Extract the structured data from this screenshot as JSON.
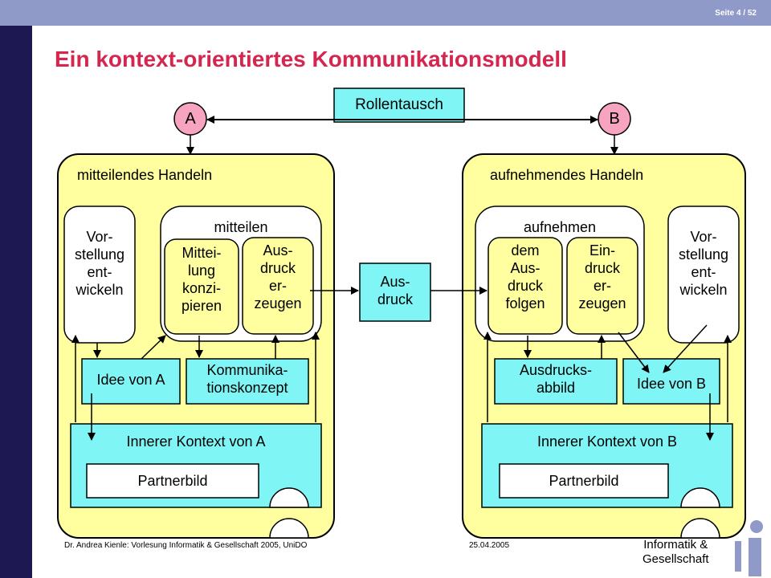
{
  "header": {
    "page_number": "Seite 4 / 52"
  },
  "title": "Ein kontext-orientiertes Kommunikationsmodell",
  "diagram": {
    "rollentausch": "Rollentausch",
    "node_a": "A",
    "node_b": "B",
    "expression_center": {
      "line1": "Aus-",
      "line2": "druck"
    },
    "left": {
      "section_label": "mitteilendes Handeln",
      "vorstellung": {
        "l1": "Vor-",
        "l2": "stellung",
        "l3": "ent-",
        "l4": "wickeln"
      },
      "group_label": "mitteilen",
      "mitteilung": {
        "l1": "Mittei-",
        "l2": "lung",
        "l3": "konzi-",
        "l4": "pieren"
      },
      "ausdruck": {
        "l1": "Aus-",
        "l2": "druck",
        "l3": "er-",
        "l4": "zeugen"
      },
      "idee": "Idee von A",
      "konzept": {
        "l1": "Kommunika-",
        "l2": "tionskonzept"
      },
      "kontext": "Innerer Kontext von A",
      "partnerbild": "Partnerbild"
    },
    "right": {
      "section_label": "aufnehmendes Handeln",
      "group_label": "aufnehmen",
      "folgen": {
        "l1": "dem",
        "l2": "Aus-",
        "l3": "druck",
        "l4": "folgen"
      },
      "eindruck": {
        "l1": "Ein-",
        "l2": "druck",
        "l3": "er-",
        "l4": "zeugen"
      },
      "vorstellung": {
        "l1": "Vor-",
        "l2": "stellung",
        "l3": "ent-",
        "l4": "wickeln"
      },
      "abbild": {
        "l1": "Ausdrucks-",
        "l2": "abbild"
      },
      "idee": "Idee von B",
      "kontext": "Innerer Kontext von B",
      "partnerbild": "Partnerbild"
    }
  },
  "footer": {
    "author": "Dr. Andrea Kienle: Vorlesung Informatik & Gesellschaft 2005, UniDO",
    "date": "25.04.2005",
    "brand_line1": "Informatik &",
    "brand_line2": "Gesellschaft"
  },
  "colors": {
    "top_bar": "#8f9ac9",
    "left_bar": "#1d1852",
    "title": "#d4264f",
    "panel_yellow": "#ffffa0",
    "box_cyan": "#7ff5f5",
    "node_pink": "#f7a4c0",
    "logo": "#8f9ac9"
  }
}
